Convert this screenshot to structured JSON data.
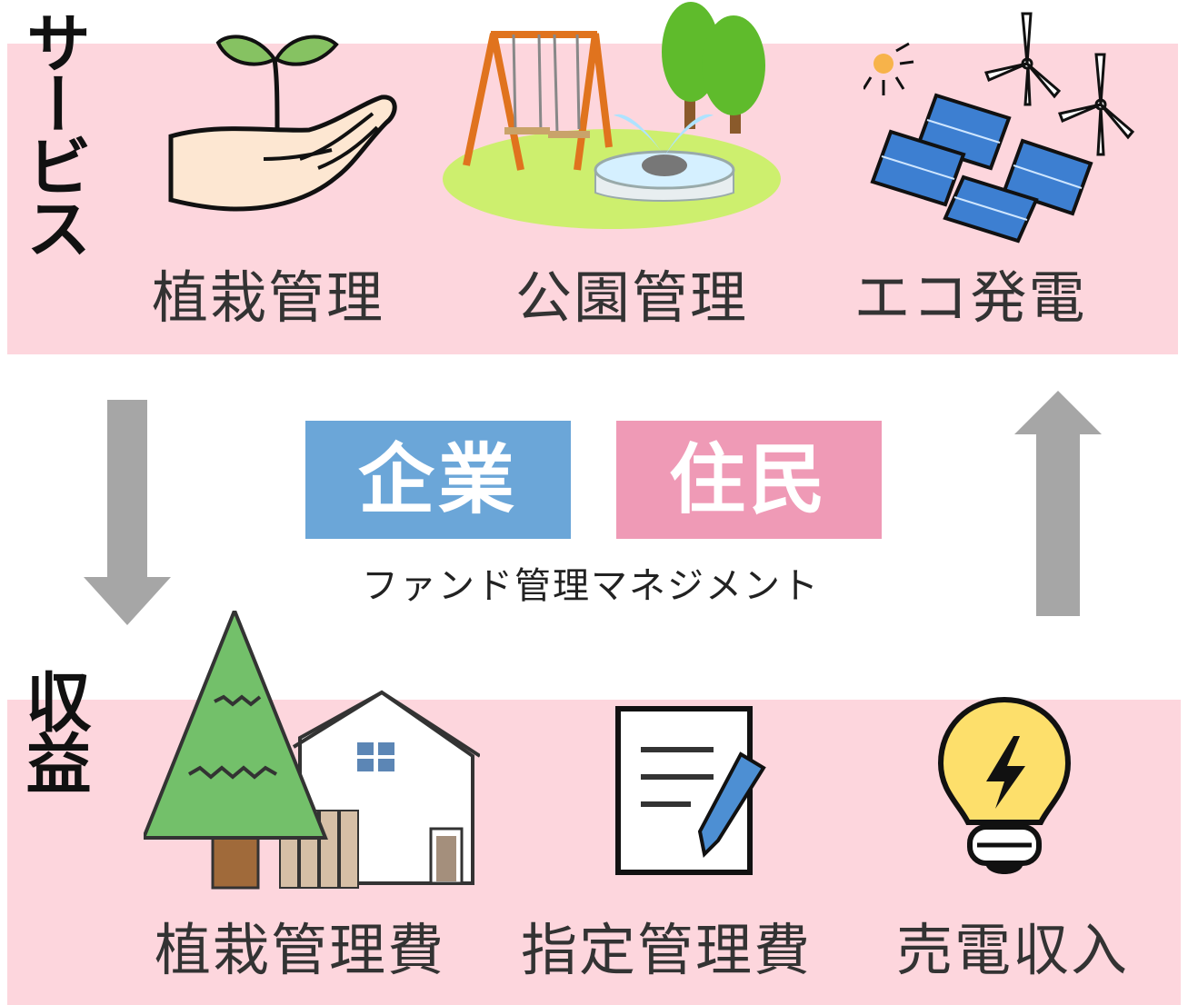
{
  "sections": {
    "service": {
      "label": "サービス"
    },
    "revenue": {
      "label": "収益"
    }
  },
  "services": [
    {
      "label": "植栽管理",
      "icon": "seedling-in-hand-icon"
    },
    {
      "label": "公園管理",
      "icon": "park-swing-fountain-icon"
    },
    {
      "label": "エコ発電",
      "icon": "solar-wind-power-icon"
    }
  ],
  "revenues": [
    {
      "label": "植栽管理費",
      "icon": "tree-and-house-icon"
    },
    {
      "label": "指定管理費",
      "icon": "document-pen-icon"
    },
    {
      "label": "売電収入",
      "icon": "light-bulb-icon"
    }
  ],
  "center": {
    "company": "企業",
    "residents": "住民",
    "fund": "ファンド管理マネジメント"
  },
  "colors": {
    "band": "#fdd6dd",
    "company_box": "#6ba6d8",
    "residents_box": "#ef9ab6",
    "arrow": "#a6a6a6"
  }
}
